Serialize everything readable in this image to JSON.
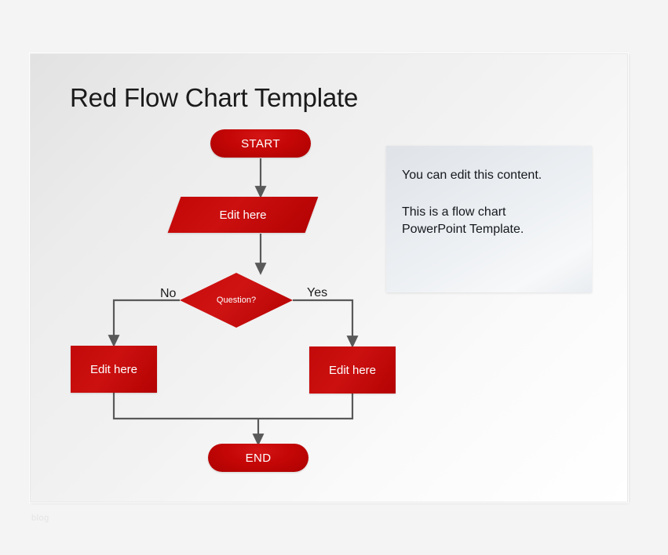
{
  "slide": {
    "title": "Red Flow Chart Template",
    "background_start": "#e2e2e2",
    "background_end": "#ffffff"
  },
  "theme": {
    "accent_red": "#c50606",
    "connector_gray": "#595959",
    "text_dark": "#1a1a1a",
    "node_text": "#ffffff",
    "panel_bg": "#e6eaee"
  },
  "flowchart": {
    "nodes": [
      {
        "id": "start",
        "label": "START",
        "shape": "terminator"
      },
      {
        "id": "data",
        "label": "Edit here",
        "shape": "parallelogram"
      },
      {
        "id": "decision",
        "label": "Question?",
        "shape": "diamond"
      },
      {
        "id": "process_no",
        "label": "Edit here",
        "shape": "rectangle"
      },
      {
        "id": "process_yes",
        "label": "Edit here",
        "shape": "rectangle"
      },
      {
        "id": "end",
        "label": "END",
        "shape": "terminator"
      }
    ],
    "branch_labels": {
      "no": "No",
      "yes": "Yes"
    }
  },
  "text_panel": {
    "line1": "You can edit this content.",
    "line2": "This is a flow chart",
    "line3": "PowerPoint Template."
  },
  "watermark": {
    "text": "blog"
  }
}
